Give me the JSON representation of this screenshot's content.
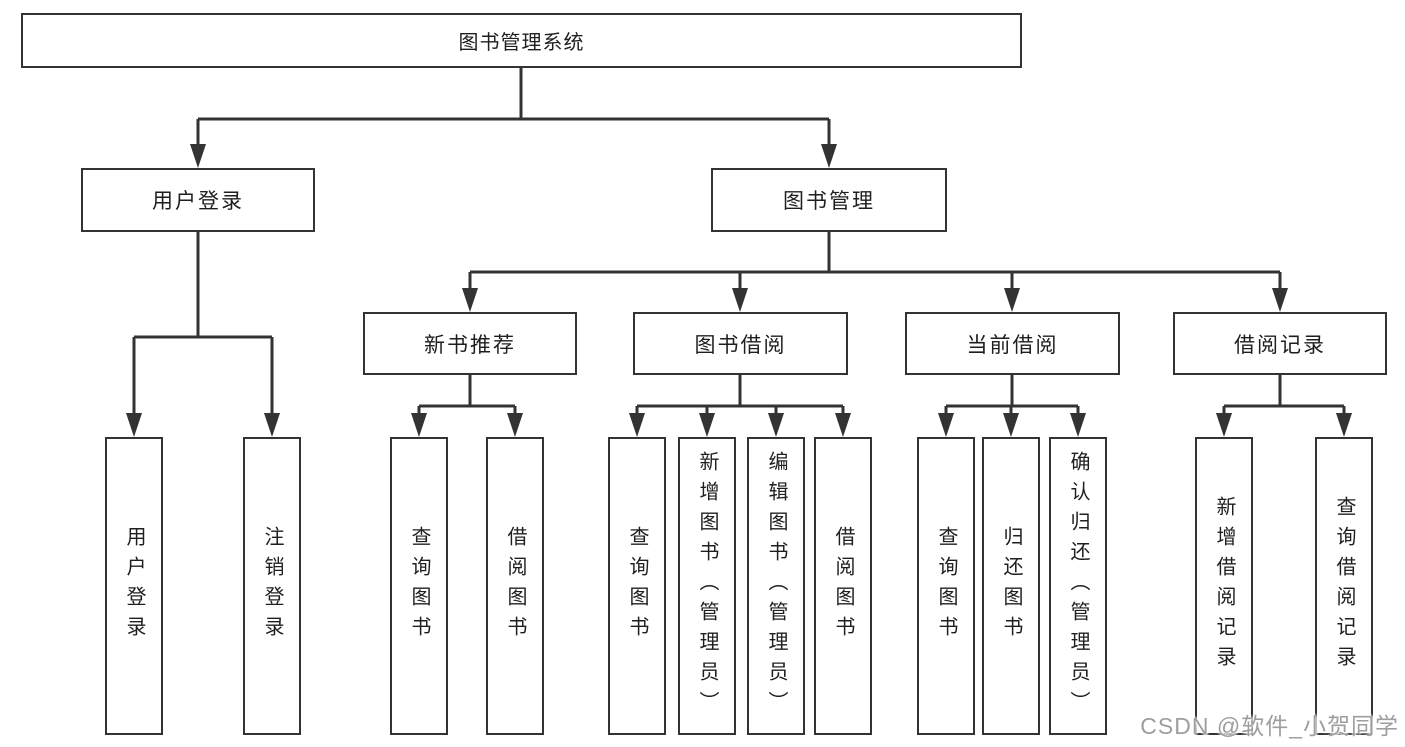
{
  "colors": {
    "line": "#333333",
    "text": "#1f1f1f",
    "background": "#ffffff",
    "watermark": "#9e9e9e"
  },
  "tree": {
    "root": {
      "label": "图书管理系统"
    },
    "branches": [
      {
        "label": "用户登录",
        "children": [
          {
            "label": "用户登录"
          },
          {
            "label": "注销登录"
          }
        ]
      },
      {
        "label": "图书管理",
        "children": [
          {
            "label": "新书推荐",
            "children": [
              {
                "label": "查询图书"
              },
              {
                "label": "借阅图书"
              }
            ]
          },
          {
            "label": "图书借阅",
            "children": [
              {
                "label": "查询图书"
              },
              {
                "label": "新增图书（管理员）"
              },
              {
                "label": "编辑图书（管理员）"
              },
              {
                "label": "借阅图书"
              }
            ]
          },
          {
            "label": "当前借阅",
            "children": [
              {
                "label": "查询图书"
              },
              {
                "label": "归还图书"
              },
              {
                "label": "确认归还（管理员）"
              }
            ]
          },
          {
            "label": "借阅记录",
            "children": [
              {
                "label": "新增借阅记录"
              },
              {
                "label": "查询借阅记录"
              }
            ]
          }
        ]
      }
    ]
  },
  "watermark": {
    "text": "CSDN @软件_小贺同学"
  }
}
